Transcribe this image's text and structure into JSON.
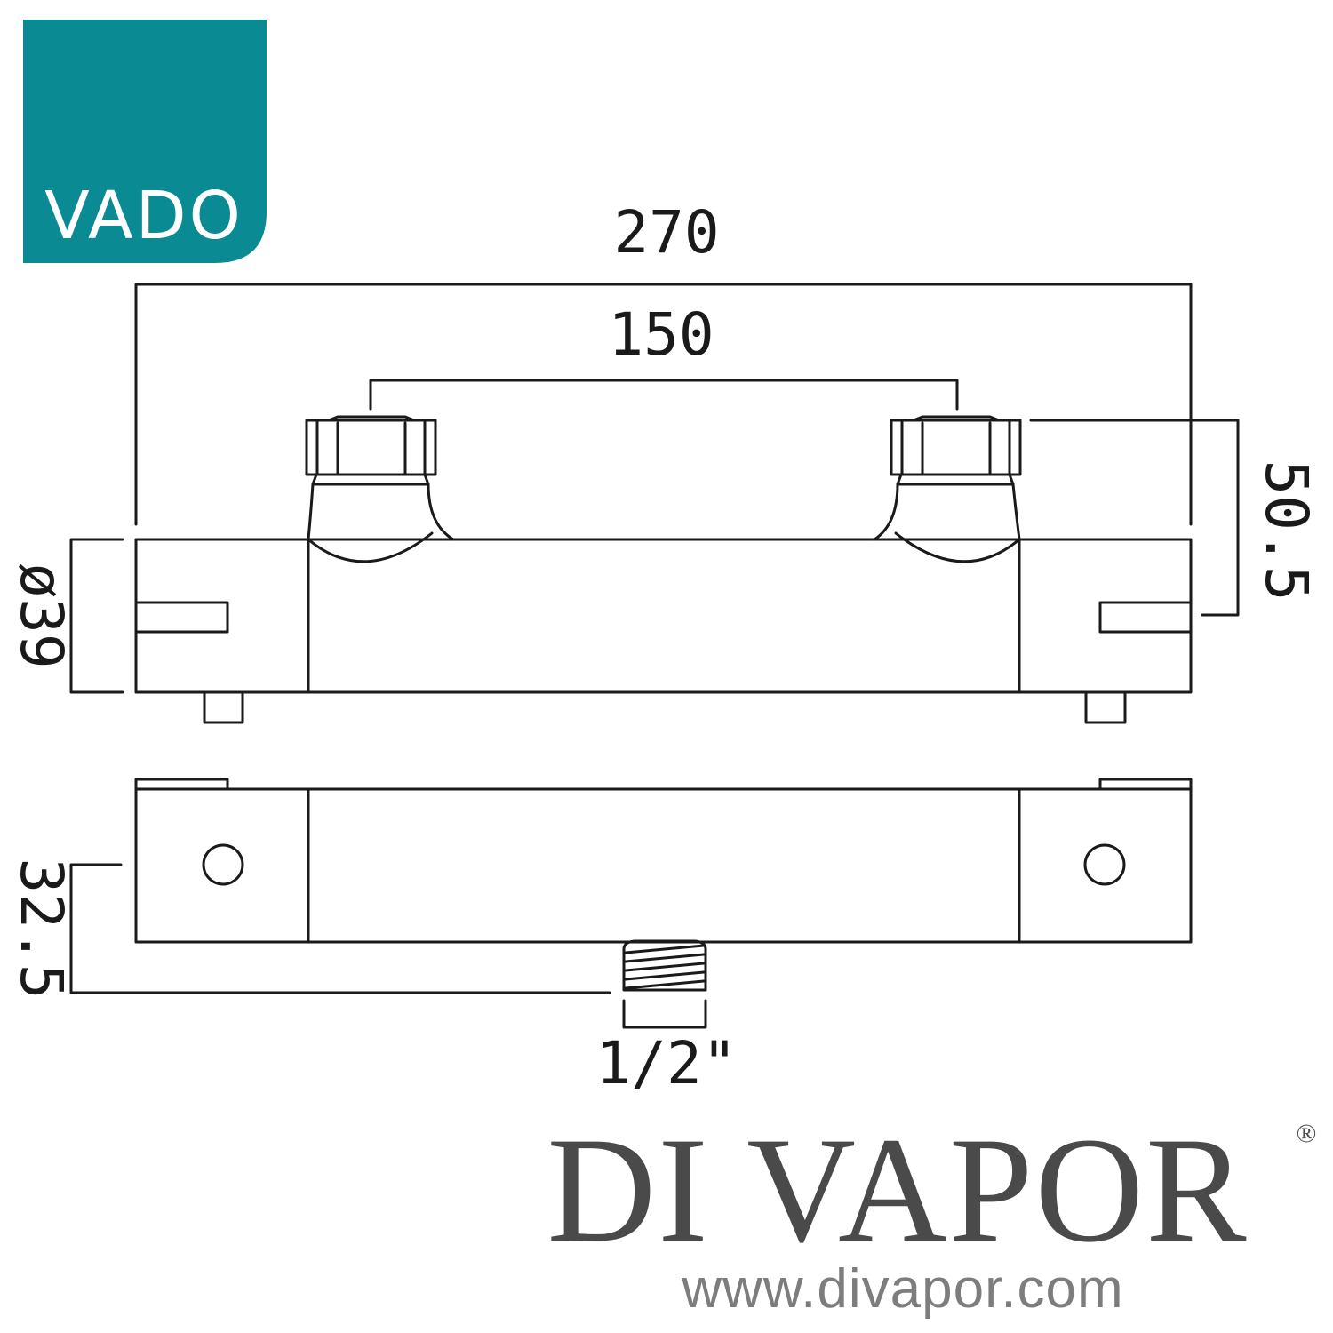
{
  "colors": {
    "vado_teal": "#0a8a93",
    "line": "#1a1a1a",
    "brand_grey": "#4a4a4a",
    "url_grey": "#7d7d7d"
  },
  "logo": {
    "text": "VADO"
  },
  "dimensions": {
    "overall_length": "270",
    "inlet_centres": "150",
    "inlet_height": "50.5",
    "body_diameter": "ø39",
    "outlet_offset": "32.5",
    "outlet_thread": "1/2\""
  },
  "brand": {
    "name": "DI VAPOR",
    "registered": "®",
    "url": "www.divapor.com"
  }
}
